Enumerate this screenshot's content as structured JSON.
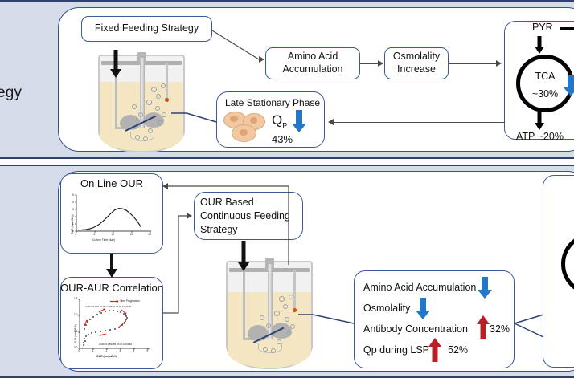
{
  "side_labels": {
    "top_panel": "egy"
  },
  "panel_top": {
    "fixed_feeding": "Fixed Feeding Strategy",
    "amino_acid": "Amino Acid\nAccumulation",
    "amino_acid_l1": "Amino Acid",
    "amino_acid_l2": "Accumulation",
    "osmolality": "Osmolality\nIncrease",
    "osmolality_l1": "Osmolality",
    "osmolality_l2": "Increase",
    "lsp_title": "Late Stationary Phase",
    "lsp_qp": "Q",
    "lsp_qp_sub": "P",
    "lsp_value": "43%",
    "tca": {
      "pyr": "PYR",
      "center_label": "TCA",
      "center_value": "~30%",
      "atp": "ATP ~20%"
    }
  },
  "panel_bottom": {
    "online_our_title": "On Line OUR",
    "our_aur_title": "OUR-AUR  Correlation",
    "feeding_strategy_l1": "OUR Based",
    "feeding_strategy_l2": "Continuous Feeding",
    "feeding_strategy_l3": "Strategy",
    "results": [
      {
        "label": "Amino Acid Accumulation",
        "arrow": "down-blue",
        "value": ""
      },
      {
        "label": "Osmolality",
        "arrow": "down-blue",
        "value": ""
      },
      {
        "label": "Antibody Concentration",
        "arrow": "up-red",
        "value": "32%"
      },
      {
        "label": "Qp during LSP",
        "arrow": "up-red",
        "value": "52%"
      }
    ]
  },
  "chart_data": [
    {
      "type": "line",
      "title": "On Line OUR",
      "xlabel": "Culture Time (day)",
      "ylabel": "OUR (mmol/L/h)",
      "xlim": [
        0,
        20
      ],
      "ylim": [
        0,
        5
      ],
      "xticks": [
        "0",
        "5",
        "10",
        "15",
        "20"
      ],
      "yticks": [
        "0",
        "1",
        "2",
        "3",
        "4",
        "5"
      ],
      "x": [
        0,
        1,
        2,
        3,
        4,
        5,
        6,
        7,
        8,
        9,
        10,
        11,
        12,
        13,
        14,
        15,
        16,
        17
      ],
      "y": [
        0.15,
        0.18,
        0.22,
        0.3,
        0.45,
        0.7,
        1.05,
        1.5,
        2.0,
        2.5,
        2.95,
        3.15,
        3.1,
        2.9,
        2.5,
        2.0,
        1.4,
        0.6
      ],
      "grid": false,
      "legend": "none"
    },
    {
      "type": "scatter",
      "title": "OUR-AUR  Correlation",
      "xlabel": "OUR (mmol/L/h)",
      "ylabel": "AUR (mmol/L/h)",
      "xlim": [
        0,
        5
      ],
      "ylim": [
        0.0,
        1.6
      ],
      "xticks": [
        "0",
        "1",
        "2",
        "3",
        "4",
        "5"
      ],
      "yticks": [
        "0.0",
        "0.5",
        "1.0",
        "1.5"
      ],
      "legend_entries": [
        "Time Progression"
      ],
      "annotations": [
        "AUR=-0.194 OUR²+0.8618 OUR-0.07105",
        "AUR=0.289155 OUR-0.01862"
      ],
      "upper_branch_x": [
        0.3,
        0.45,
        0.6,
        0.8,
        1.0,
        1.3,
        1.6,
        1.9,
        2.2,
        2.5,
        2.8,
        3.0,
        3.2,
        3.35,
        3.4
      ],
      "upper_branch_y": [
        0.62,
        0.78,
        0.88,
        0.98,
        1.06,
        1.14,
        1.2,
        1.25,
        1.28,
        1.28,
        1.26,
        1.22,
        1.18,
        1.15,
        1.12
      ],
      "lower_branch_x": [
        0.35,
        0.5,
        0.7,
        0.95,
        1.25,
        1.6,
        1.95,
        2.3,
        2.6,
        2.9,
        3.15,
        3.3,
        3.4
      ],
      "lower_branch_y": [
        0.28,
        0.35,
        0.42,
        0.5,
        0.55,
        0.6,
        0.64,
        0.68,
        0.74,
        0.82,
        0.92,
        1.0,
        1.08
      ],
      "grid": false,
      "legend": "top-right"
    }
  ],
  "colors": {
    "band_bg": "#d6dcea",
    "band_border": "#2e4272",
    "box_border": "#3b5898",
    "connector": "#4a4a4a",
    "blue_arrow": "#2277c8",
    "red_arrow": "#b81f26",
    "broth": "#f5e6c3",
    "cell_fill": "#f2c8a0",
    "tca_ring": "#000000"
  }
}
